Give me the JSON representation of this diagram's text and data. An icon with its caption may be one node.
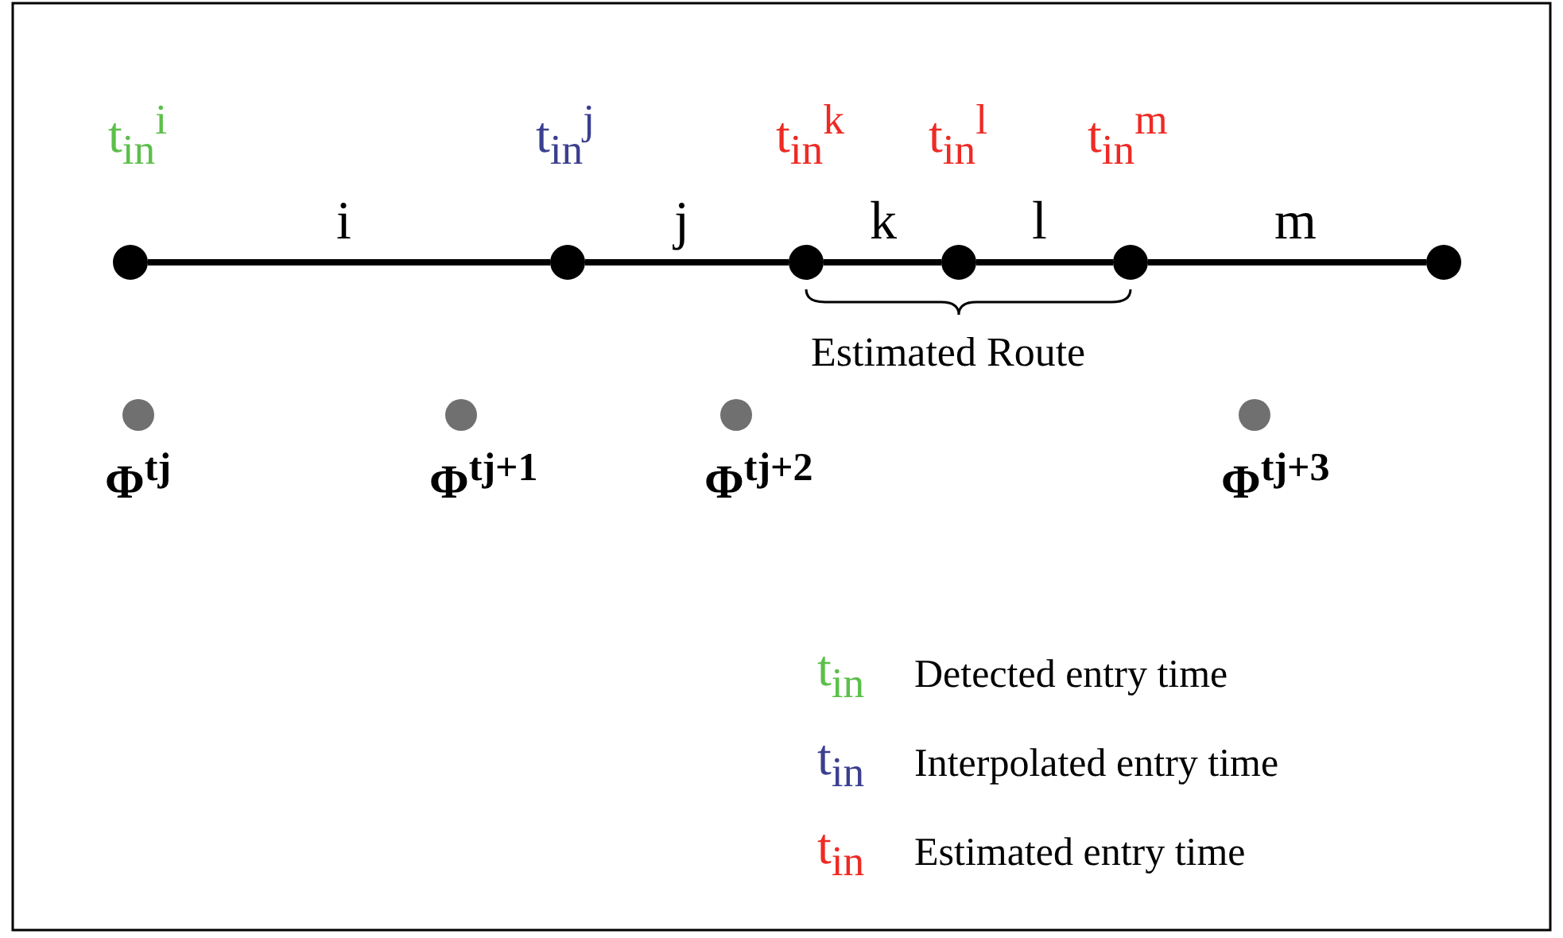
{
  "diagram": {
    "nodes": [
      {
        "text": [],
        "shape": "circle",
        "beside": [
          "t$_{in}$$^{i}$"
        ]
      },
      {
        "text": [],
        "shape": "circle",
        "beside": [
          "t$_{in}$$^{j}$"
        ]
      },
      {
        "text": [],
        "shape": "circle",
        "beside": [
          "t$_{in}$$^{k}$"
        ]
      },
      {
        "text": [],
        "shape": "circle",
        "beside": [
          "t$_{in}$$^{l}$"
        ]
      },
      {
        "text": [],
        "shape": "circle",
        "beside": [
          "t$_{in}$$^{m}$"
        ]
      },
      {
        "text": [],
        "shape": "circle"
      },
      {
        "text": [],
        "shape": "circle",
        "beside": [
          "Φ$^{tj}$"
        ]
      },
      {
        "text": [],
        "shape": "circle",
        "beside": [
          "Φ$^{tj+1}$"
        ]
      },
      {
        "text": [],
        "shape": "circle",
        "beside": [
          "Φ$^{tj+2}$"
        ]
      },
      {
        "text": [],
        "shape": "circle",
        "beside": [
          "Φ$^{tj+3}$"
        ]
      }
    ],
    "edges": [
      {
        "from": 0,
        "to": 1,
        "arrow": "none",
        "label": "i"
      },
      {
        "from": 1,
        "to": 2,
        "arrow": "none",
        "label": "j"
      },
      {
        "from": 2,
        "to": 3,
        "arrow": "none",
        "label": "k"
      },
      {
        "from": 3,
        "to": 4,
        "arrow": "none",
        "label": "l"
      },
      {
        "from": 4,
        "to": 5,
        "arrow": "none",
        "label": "m"
      }
    ],
    "labels": [
      "Estimated Route",
      "t$_{in}$",
      "t$_{in}$",
      "t$_{in}$"
    ],
    "legend": [
      {
        "text": "Detected entry time",
        "color": "#5cbf4a"
      },
      {
        "text": "Interpolated entry time",
        "color": "#3b3f8f"
      },
      {
        "text": "Estimated entry time",
        "color": "#ee2a24"
      }
    ]
  }
}
